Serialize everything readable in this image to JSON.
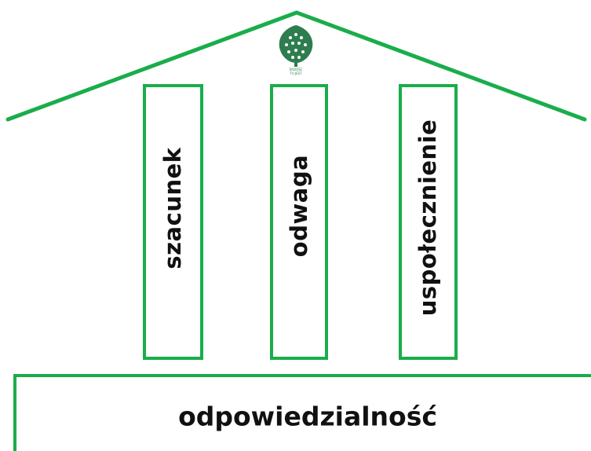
{
  "colors": {
    "accent": "#1aad4b",
    "text": "#111111",
    "background": "#ffffff",
    "logo_dark": "#2e7d4f"
  },
  "logo": {
    "icon": "tree-icon",
    "caption_line1": "RADOŚĆ",
    "caption_line2": "TU JEST"
  },
  "pillars": [
    {
      "label": "szacunek"
    },
    {
      "label": "odwaga"
    },
    {
      "label": "uspołecznienie"
    }
  ],
  "base": {
    "label": "odpowiedzialność"
  }
}
